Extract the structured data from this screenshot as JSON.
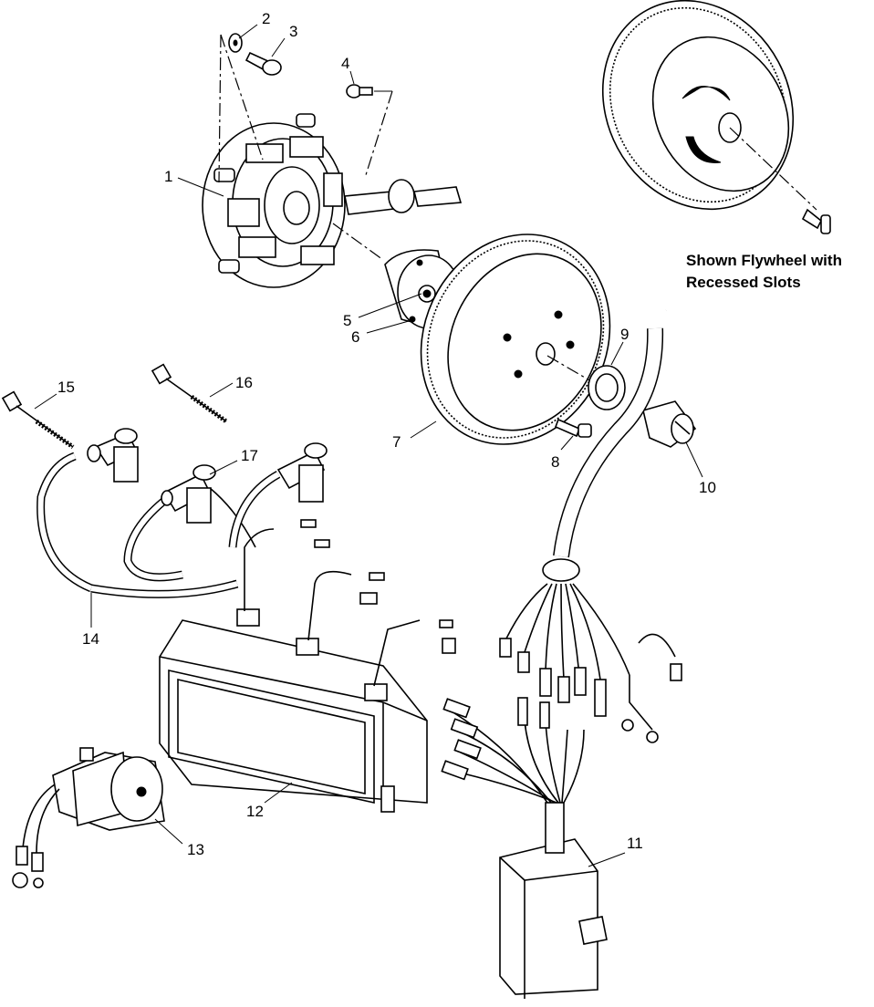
{
  "caption": {
    "line1": "Shown Flywheel with",
    "line2": "Recessed Slots"
  },
  "callouts": {
    "c1": "1",
    "c2": "2",
    "c3": "3",
    "c4": "4",
    "c5": "5",
    "c6": "6",
    "c7": "7",
    "c8": "8",
    "c9": "9",
    "c10": "10",
    "c11": "11",
    "c12": "12",
    "c13": "13",
    "c14": "14",
    "c15": "15",
    "c16": "16",
    "c17": "17"
  }
}
